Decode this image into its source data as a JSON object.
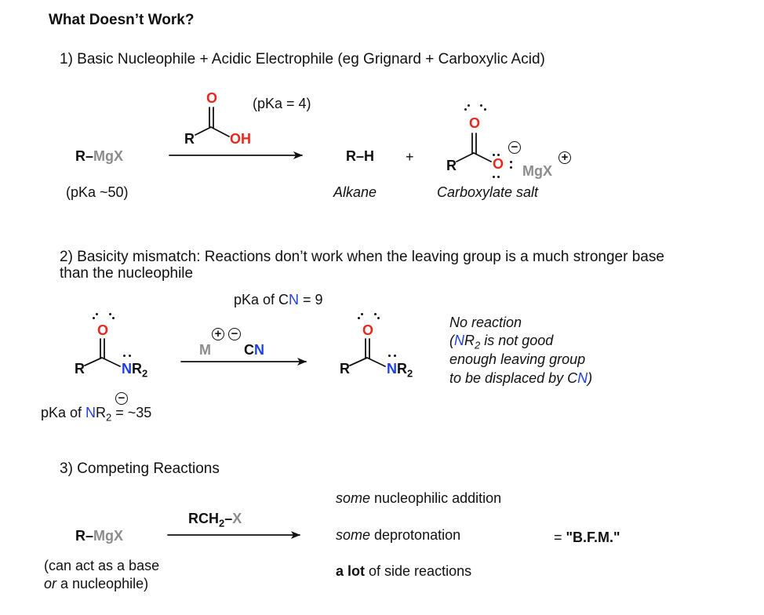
{
  "title": "What Doesn’t Work?",
  "section1": {
    "heading": "1) Basic Nucleophile + Acidic Electrophile (eg Grignard  + Carboxylic Acid)",
    "reactant": {
      "R": "R",
      "dash": "–",
      "mg": "MgX"
    },
    "reactant_pka": "(pKa ~50)",
    "reagent": {
      "O": "O",
      "R": "R",
      "OH": "OH"
    },
    "reagent_pka": "(pKa = 4)",
    "product1": "R–H",
    "plus": "+",
    "product1_label": "Alkane",
    "product2": {
      "O_top": "O",
      "R": "R",
      "O_minus": "O",
      "mgx": "MgX"
    },
    "product2_label": "Carboxylate salt"
  },
  "section2": {
    "heading_line1": "2) Basicity mismatch: Reactions don’t work when the leaving group is a much stronger base",
    "heading_line2": "than the nucleophile",
    "reagent_pka_prefix": "pKa of C",
    "reagent_pka_N": "N",
    "reagent_pka_suffix": " = 9",
    "reactant": {
      "O": "O",
      "R": "R",
      "N": "N",
      "R2": "R",
      "sub": "2"
    },
    "reagent": {
      "M": "M",
      "C": "C",
      "N": "N"
    },
    "product": {
      "O": "O",
      "R": "R",
      "N": "N",
      "R2": "R",
      "sub": "2"
    },
    "reactant_pka": {
      "prefix": "pKa of ",
      "N": "N",
      "R": "R",
      "sub": "2",
      "suffix": " = ~35"
    },
    "note": {
      "line1": "No reaction",
      "line2_open": "(",
      "line2_N": "N",
      "line2_rest": "R",
      "line2_sub": "2",
      "line2_tail": " is not good",
      "line3": "enough leaving group",
      "line4_pre": "to be displaced by C",
      "line4_N": "N",
      "line4_close": ")"
    }
  },
  "section3": {
    "heading": "3) Competing Reactions",
    "reactant": {
      "R": "R",
      "dash": "–",
      "mg": "MgX"
    },
    "reactant_note_line1": "(can act as a base",
    "reactant_note_line2_italic": "or",
    "reactant_note_line2_rest": " a nucleophile)",
    "reagent": {
      "main": "RCH",
      "sub": "2",
      "dash": "–",
      "X": "X"
    },
    "outcome1_italic": "some",
    "outcome1_rest": " nucleophilic addition",
    "outcome2_italic": "some",
    "outcome2_rest": " deprotonation",
    "outcome3_bold": "a lot",
    "outcome3_rest": " of side reactions",
    "result_eq": "= ",
    "result": "\"B.F.M.\""
  },
  "colors": {
    "oxygen": "#e8281e",
    "nitrogen": "#1f3fe0",
    "metal_grey": "#8c8c8c",
    "text": "#111111"
  }
}
